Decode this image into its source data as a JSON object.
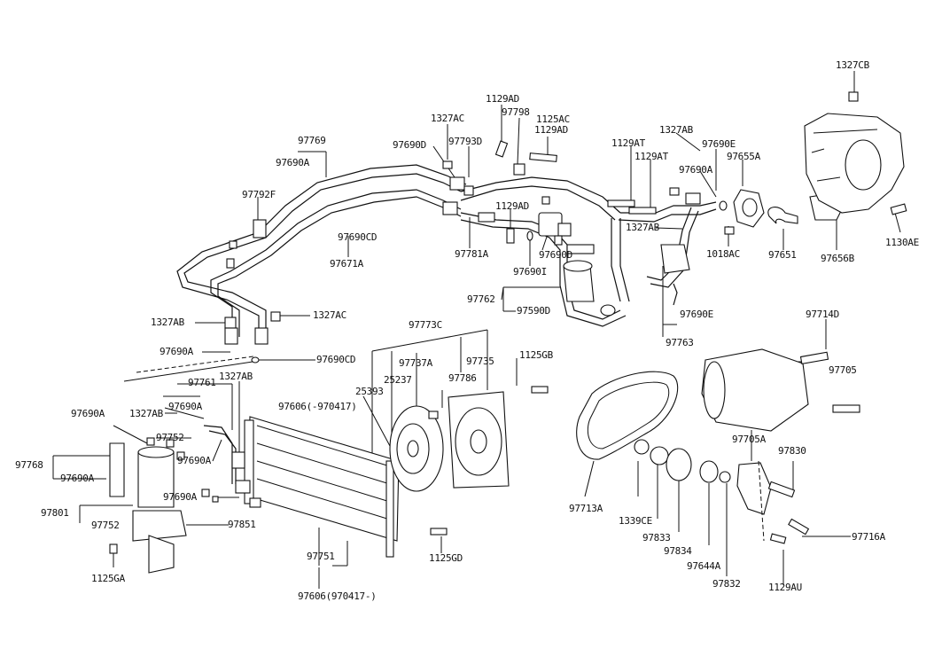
{
  "labels": [
    "1327CB",
    "1129AD",
    "97798",
    "1327AC",
    "1125AC",
    "1129AD",
    "97769",
    "97690A",
    "97690D",
    "97793D",
    "1327AB",
    "1129AT",
    "97690E",
    "1129AT",
    "97655A",
    "97690A",
    "97792F",
    "1129AD",
    "97690CD",
    "97671A",
    "97781A",
    "97690D",
    "97690I",
    "1327AB",
    "1018AC",
    "97651",
    "97656B",
    "1130AE",
    "97762",
    "97590D",
    "1327AB",
    "1327AC",
    "97690A",
    "97690CD",
    "97690E",
    "97763",
    "97714D",
    "97761",
    "97690A",
    "1327AB",
    "97690A",
    "97773C",
    "97737A",
    "97735",
    "1125GB",
    "1327AB",
    "97752",
    "25237",
    "25393",
    "97786",
    "97606(-970417)",
    "97705",
    "97768",
    "97690A",
    "97690A",
    "97690A",
    "97705A",
    "97830",
    "97801",
    "97752",
    "97851",
    "1339CE",
    "97833",
    "97834",
    "97713A",
    "97644A",
    "97716A",
    "1125GA",
    "97751",
    "1125GD",
    "97832",
    "1129AU",
    "97606(970417-)"
  ]
}
